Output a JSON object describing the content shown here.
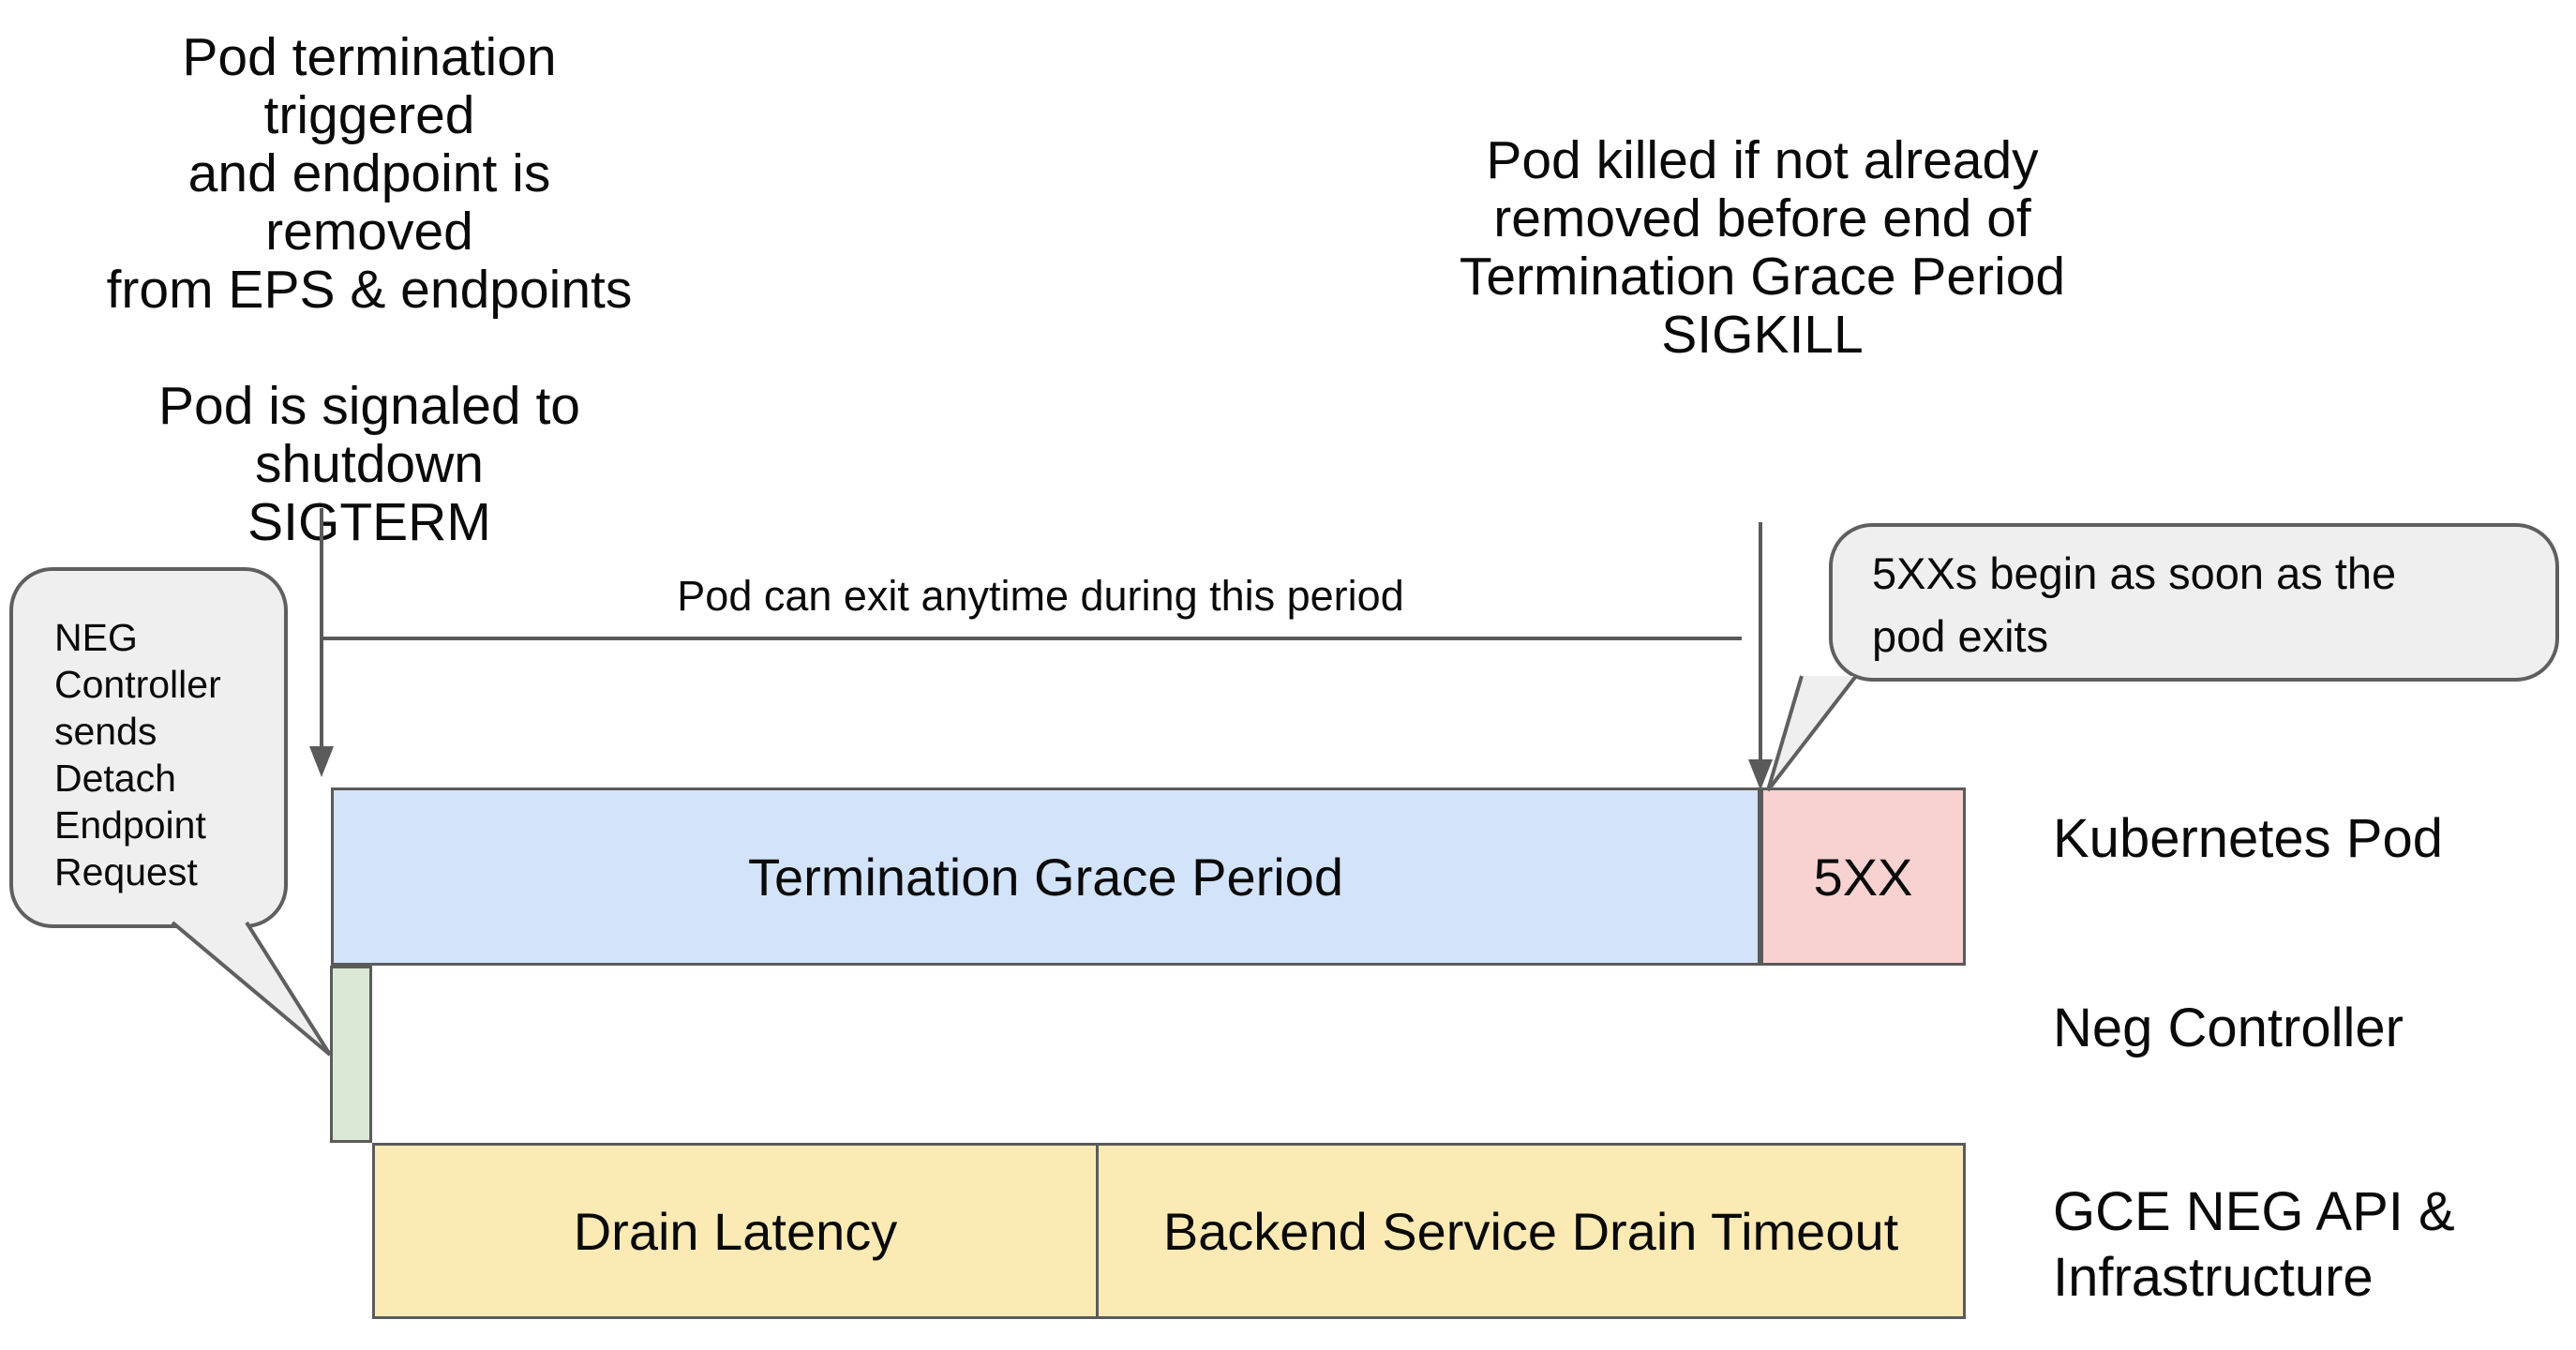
{
  "annotations": {
    "top_left": "Pod termination triggered\nand endpoint is removed\nfrom EPS & endpoints\n\nPod is signaled to shutdown\nSIGTERM",
    "top_right": "Pod killed if not already\nremoved before end of\nTermination Grace Period\nSIGKILL",
    "period_note": "Pod can exit anytime during this period"
  },
  "callouts": {
    "left": "NEG\nController\nsends\nDetach\nEndpoint\nRequest",
    "right": "5XXs begin as soon as the\npod exits"
  },
  "timeline": {
    "kubernetes_pod": {
      "grace_label": "Termination Grace Period",
      "error_label": "5XX"
    },
    "gce": {
      "drain_label": "Drain Latency",
      "timeout_label": "Backend Service Drain Timeout"
    }
  },
  "row_labels": {
    "row1": "Kubernetes Pod",
    "row2": "Neg Controller",
    "row3": "GCE NEG API &\nInfrastructure"
  },
  "colors": {
    "blue": "#d3e3fa",
    "pink": "#f8d1d1",
    "green": "#d9e8d4",
    "yellow": "#fceab5",
    "bubble": "#efefef",
    "line": "#5a5a5a",
    "ink": "#0a0a0a",
    "bg": "#ffffff"
  }
}
